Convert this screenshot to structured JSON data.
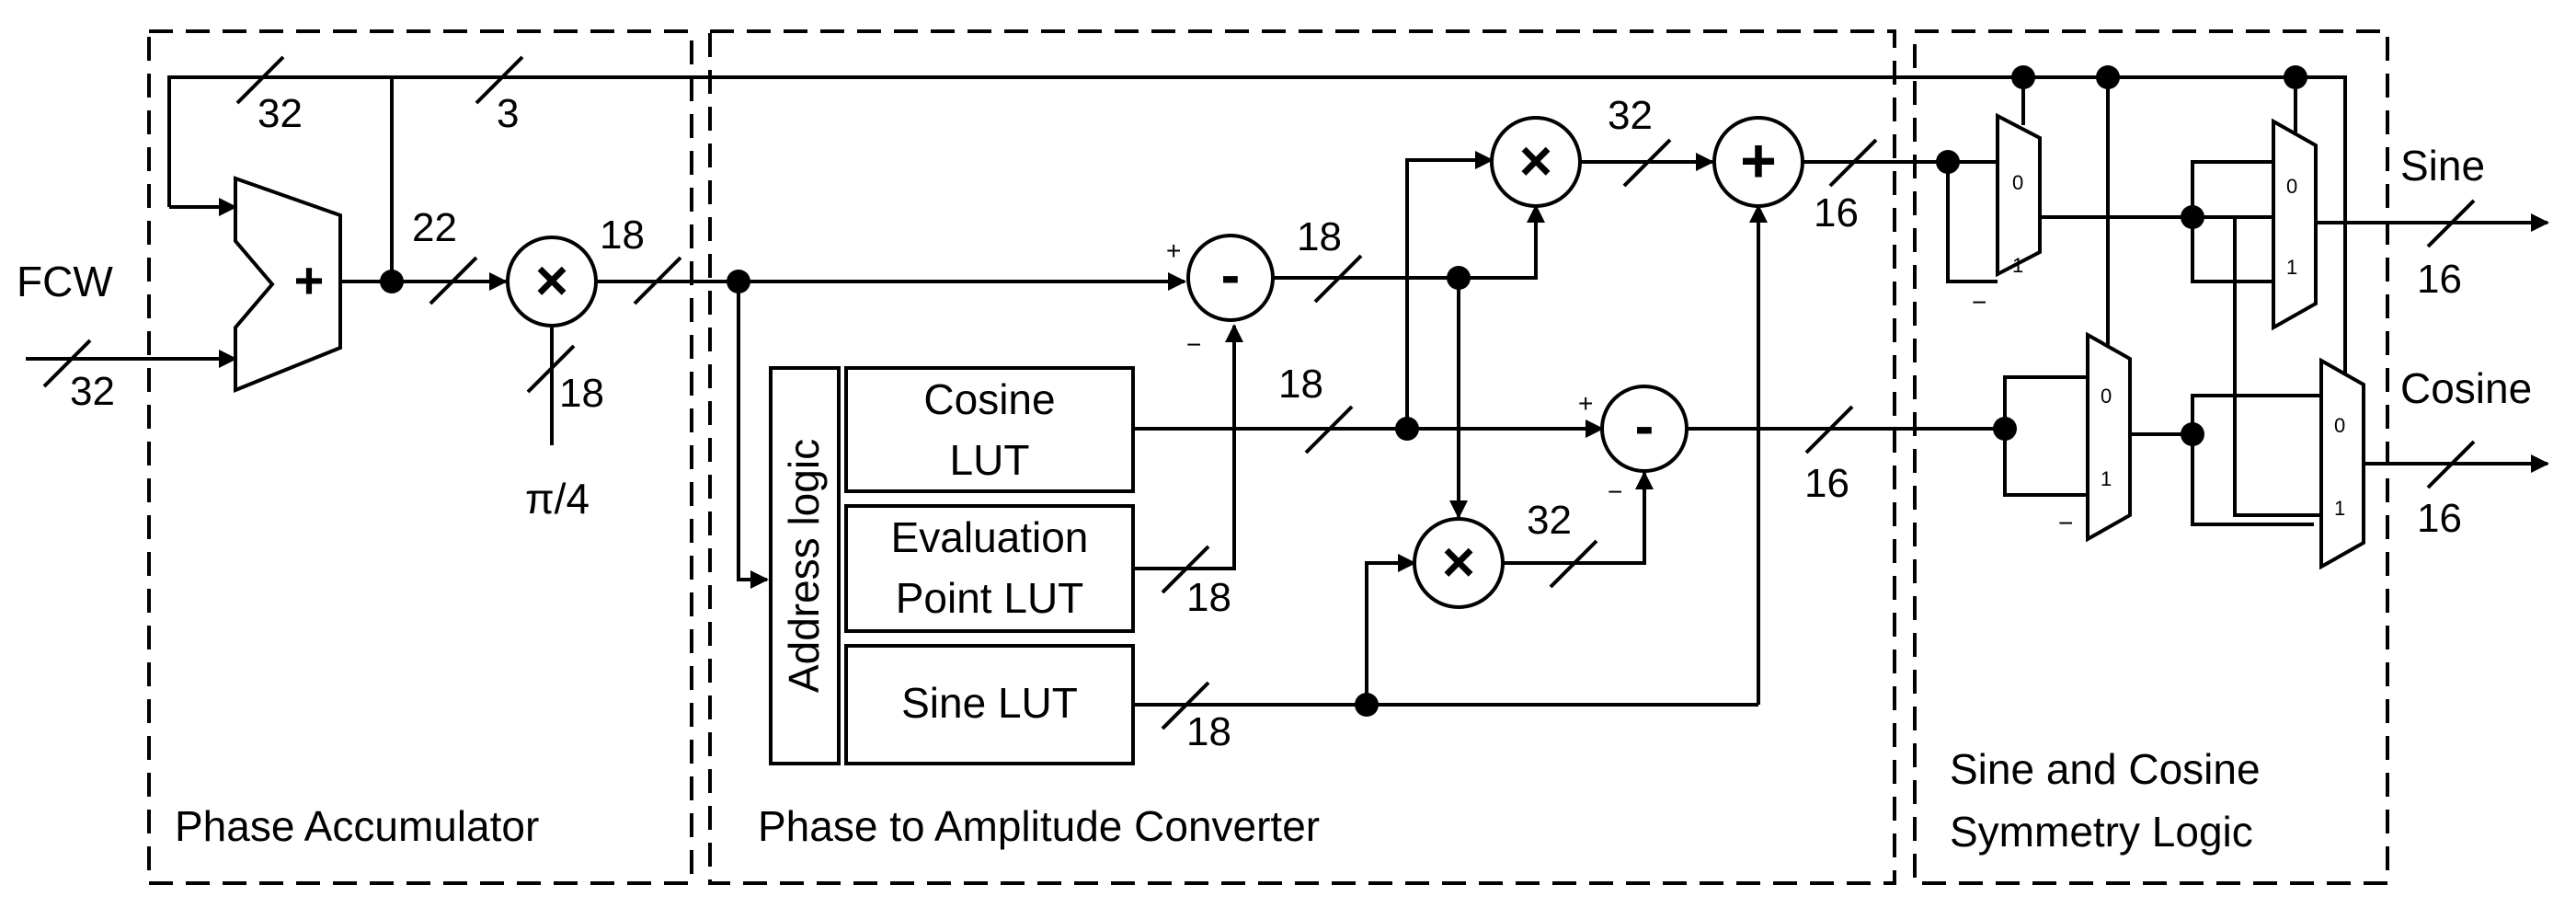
{
  "sections": {
    "phase_accumulator": "Phase Accumulator",
    "phase_to_amplitude": "Phase to Amplitude Converter",
    "symmetry_line1": "Sine and Cosine",
    "symmetry_line2": "Symmetry Logic"
  },
  "signals": {
    "fcw": "FCW",
    "pi4": "π/4",
    "sine": "Sine",
    "cosine": "Cosine"
  },
  "blocks": {
    "address_logic": "Address logic",
    "cosine_lut_1": "Cosine",
    "cosine_lut_2": "LUT",
    "eval_lut_1": "Evaluation",
    "eval_lut_2": "Point LUT",
    "sine_lut": "Sine LUT"
  },
  "operators": {
    "adder": "+",
    "multiply": "×",
    "subtract": "-",
    "add": "+",
    "plus_sign": "+",
    "minus_sign": "−"
  },
  "mux_inputs": {
    "zero": "0",
    "one": "1"
  },
  "bus_widths": {
    "fcw_in": "32",
    "feedback": "32",
    "top_bus": "3",
    "acc_out": "22",
    "mult_out": "18",
    "pi4_in": "18",
    "sub1_out": "18",
    "mult1_out": "32",
    "add_out": "16",
    "cos_lut_out": "18",
    "eval_out": "18",
    "sine_lut_out": "18",
    "mult2_out": "32",
    "sub2_out": "16",
    "sine_out": "16",
    "cosine_out": "16"
  }
}
